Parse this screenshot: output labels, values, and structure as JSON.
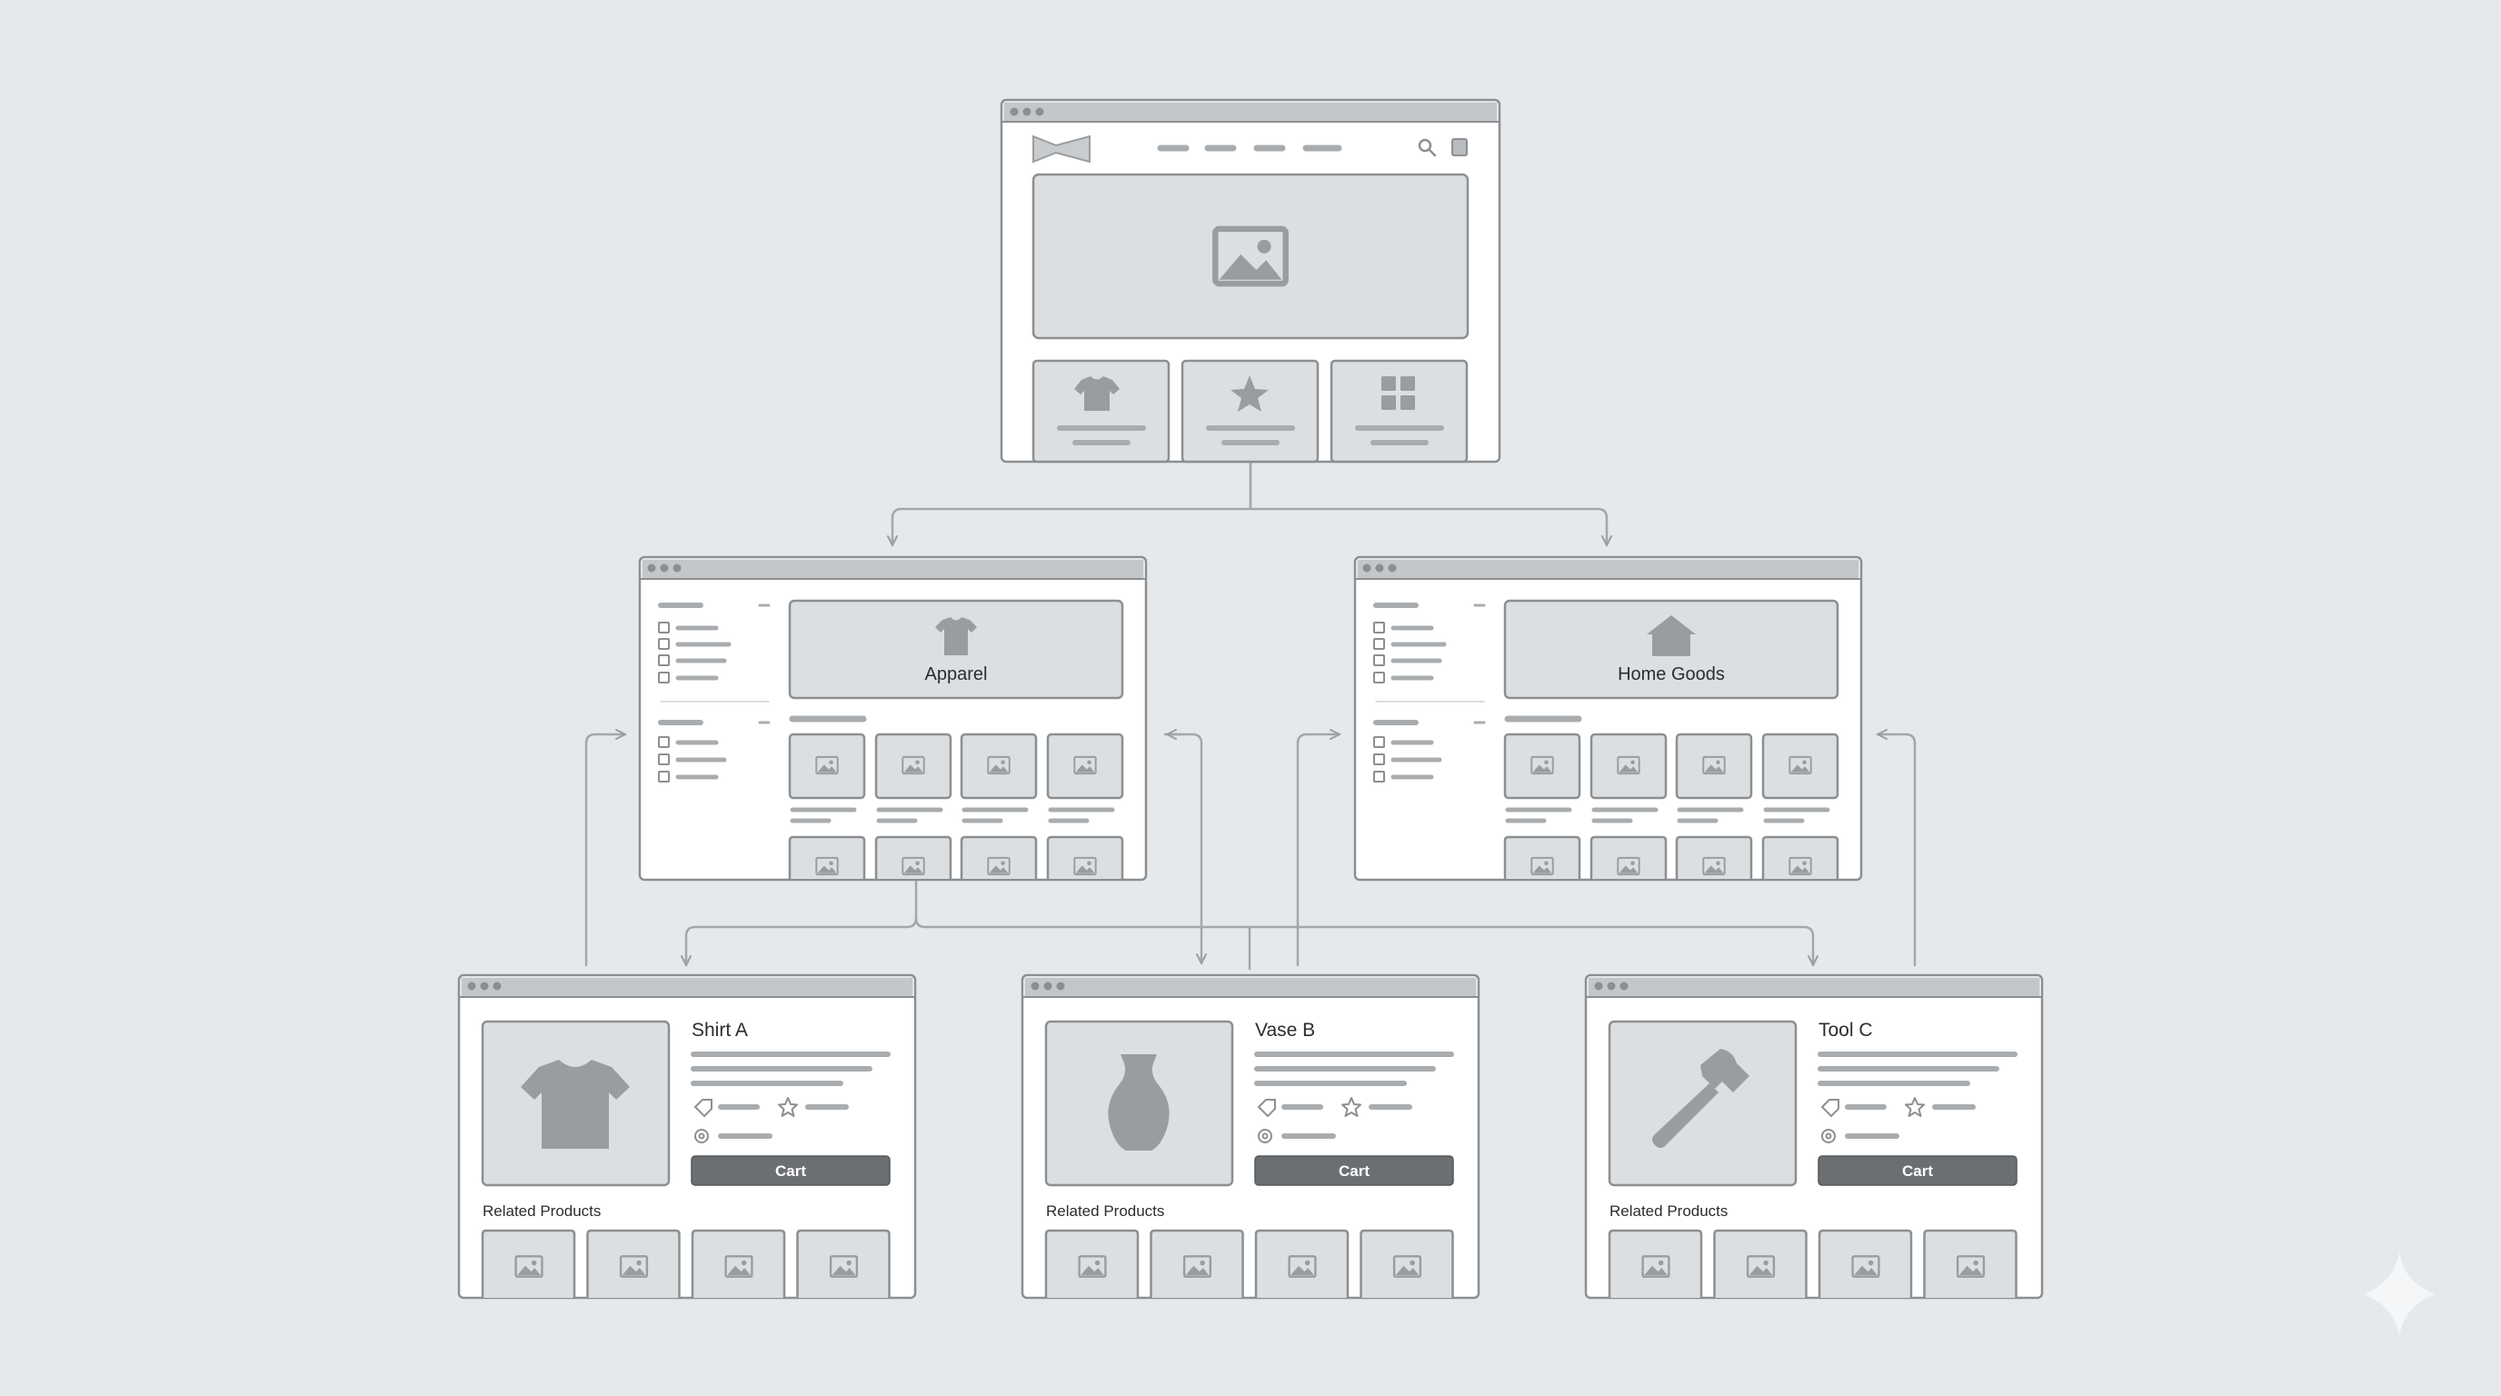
{
  "categories": {
    "apparel": {
      "label": "Apparel"
    },
    "home": {
      "label": "Home Goods"
    }
  },
  "products": {
    "shirt": {
      "name": "Shirt A",
      "cart_label": "Cart",
      "related_label": "Related Products"
    },
    "vase": {
      "name": "Vase B",
      "cart_label": "Cart",
      "related_label": "Related Products"
    },
    "tool": {
      "name": "Tool C",
      "cart_label": "Cart",
      "related_label": "Related Products"
    }
  },
  "icons": {
    "home_features": [
      "shirt-icon",
      "star-icon",
      "grid-icon"
    ],
    "product_images": [
      "shirt-icon",
      "vase-icon",
      "hammer-icon"
    ]
  },
  "colors": {
    "background": "#e6e9ec",
    "frame": "#8c8f92",
    "titlebar": "#c4c7ca",
    "placeholder_fill": "#dcdfe1",
    "placeholder_line": "#a9acaf",
    "connector": "#a4a7aa",
    "cart_button": "#6c6f72"
  }
}
